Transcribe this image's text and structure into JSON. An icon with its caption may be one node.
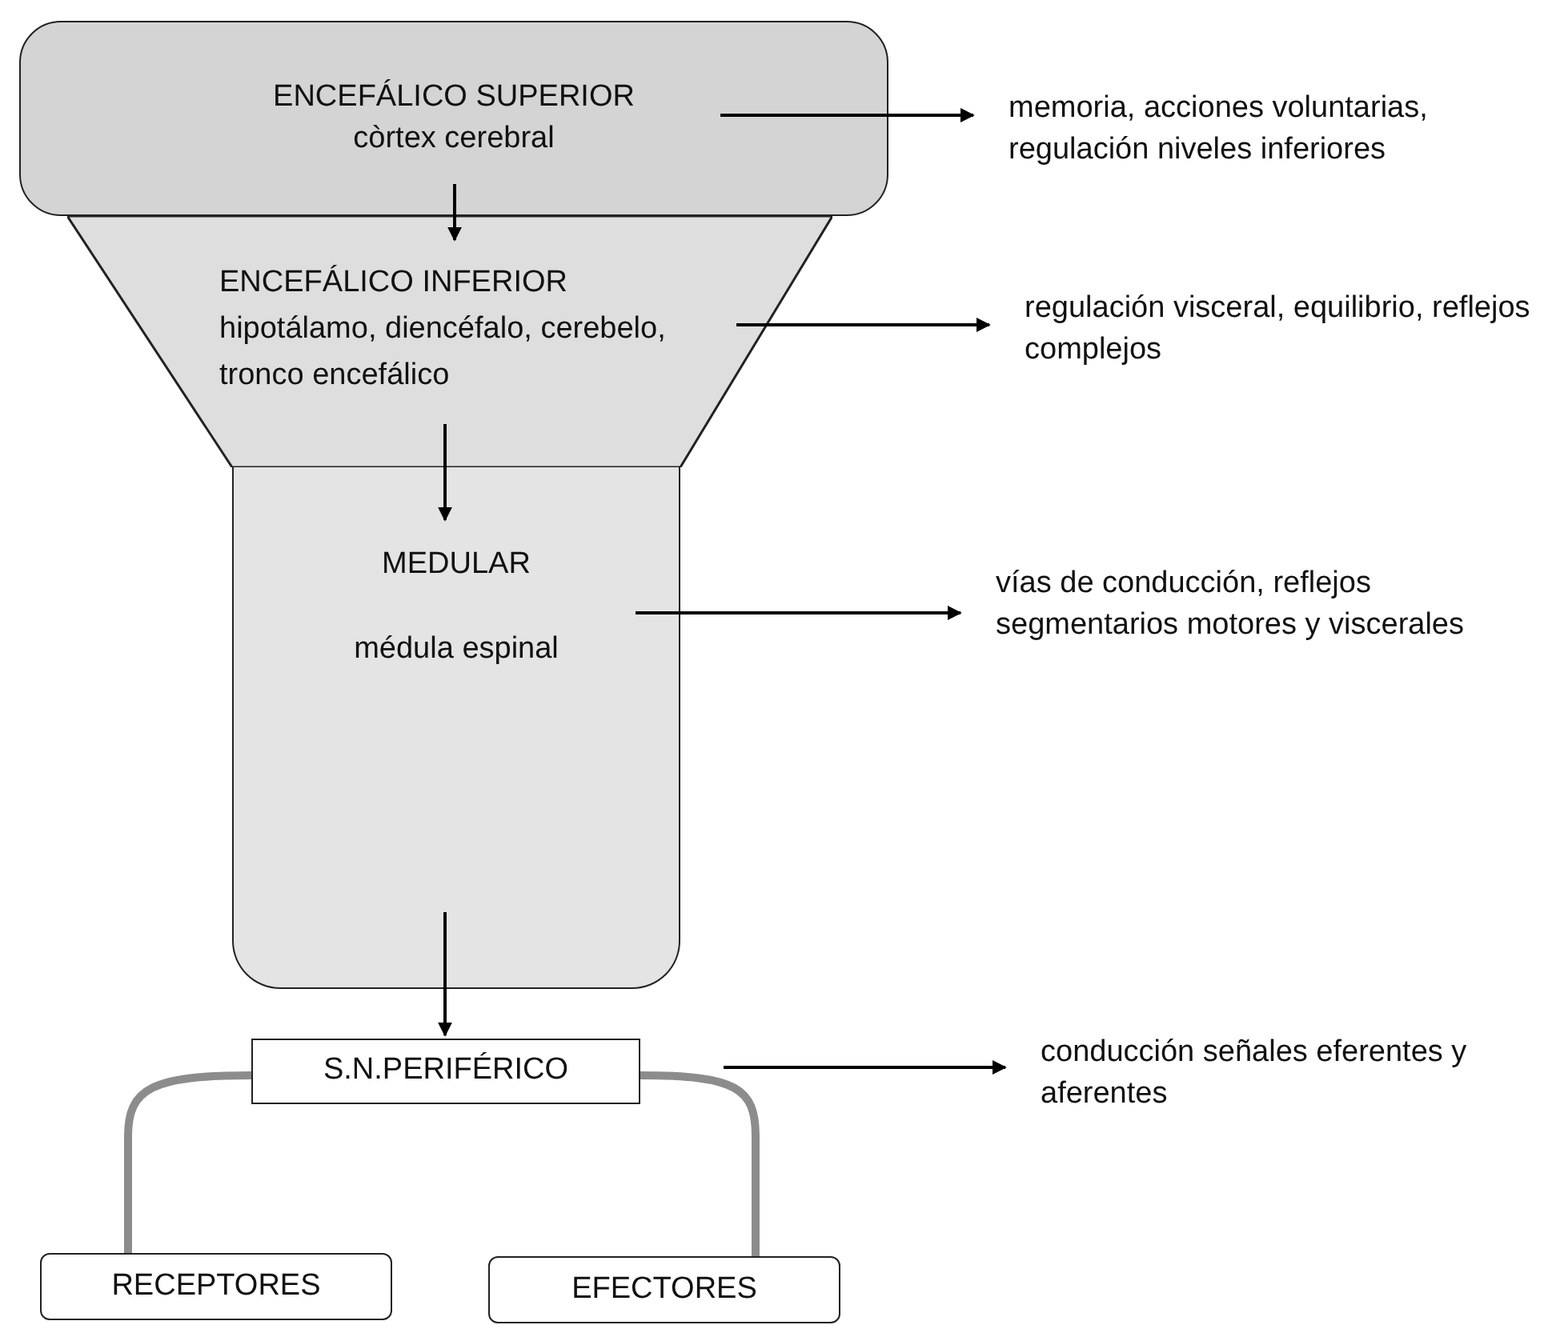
{
  "diagram": {
    "nodes": [
      {
        "text": [
          "ENCEFÁLICO SUPERIOR",
          "còrtex cerebral"
        ]
      },
      {
        "text": [
          "ENCEFÁLICO INFERIOR",
          "hipotálamo, diencéfalo, cerebelo, tronco encefálico"
        ]
      },
      {
        "text": [
          "MEDULAR",
          "médula espinal"
        ]
      },
      {
        "text": [
          "S.N.PERIFÉRICO"
        ]
      },
      {
        "text": [
          "RECEPTORES"
        ]
      },
      {
        "text": [
          "EFECTORES"
        ]
      },
      {
        "text": [
          "memoria, acciones voluntarias, regulación niveles inferiores"
        ]
      },
      {
        "text": [
          "regulación visceral, equilibrio, reflejos complejos"
        ]
      },
      {
        "text": [
          "vías de conducción, reflejos segmentarios motores y viscerales"
        ]
      },
      {
        "text": [
          "conducción señales eferentes y aferentes"
        ]
      }
    ],
    "edges": [
      {
        "from": 0,
        "to": 1,
        "arrow": "to"
      },
      {
        "from": 1,
        "to": 2,
        "arrow": "to"
      },
      {
        "from": 2,
        "to": 3,
        "arrow": "to"
      },
      {
        "from": 0,
        "to": 6,
        "arrow": "to"
      },
      {
        "from": 1,
        "to": 7,
        "arrow": "to"
      },
      {
        "from": 2,
        "to": 8,
        "arrow": "to"
      },
      {
        "from": 3,
        "to": 9,
        "arrow": "to"
      },
      {
        "from": 3,
        "to": 4,
        "arrow": "none",
        "style": "thick",
        "color": "#8c8c8c"
      },
      {
        "from": 3,
        "to": 5,
        "arrow": "none",
        "style": "thick",
        "color": "#8c8c8c"
      }
    ]
  }
}
